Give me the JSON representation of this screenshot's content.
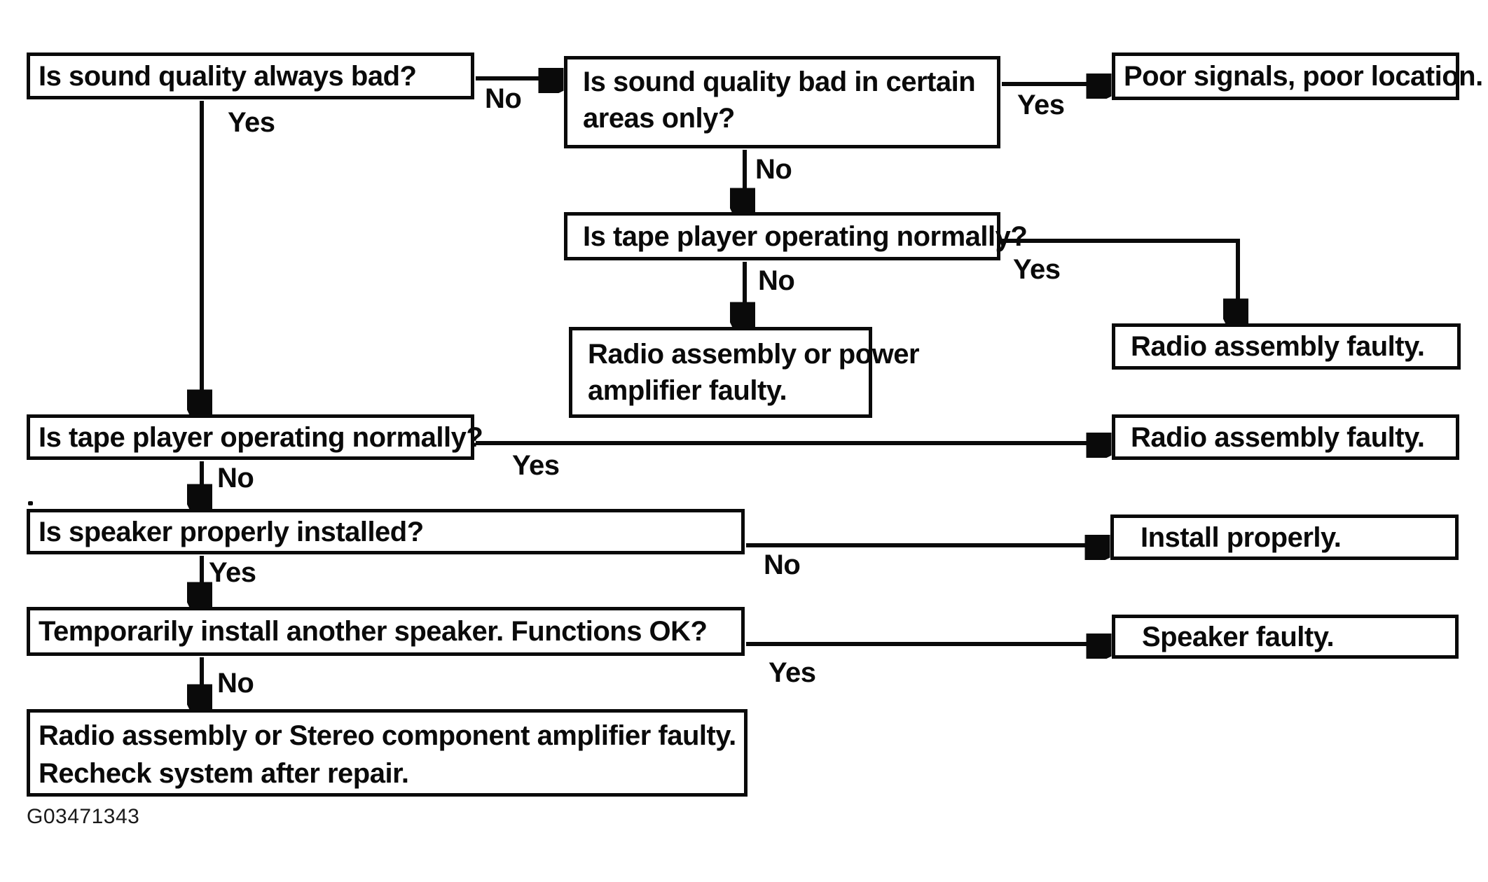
{
  "figure_id": "G03471343",
  "colors": {
    "ink": "#0a0a0a",
    "paper": "#ffffff"
  },
  "nodes": {
    "q_always_bad": {
      "text": "Is sound quality always bad?"
    },
    "q_certain_areas": {
      "lines": [
        "Is sound quality bad in certain",
        "areas only?"
      ]
    },
    "res_poor_signals": {
      "text": "Poor signals, poor location."
    },
    "q_tape_mid": {
      "text": "Is tape player operating normally?"
    },
    "res_radio_power_amp": {
      "lines": [
        "Radio assembly or power",
        "amplifier faulty."
      ]
    },
    "res_radio_faulty_top": {
      "text": "Radio assembly faulty."
    },
    "q_tape_left": {
      "text": "Is tape player operating normally?"
    },
    "res_radio_faulty_mid": {
      "text": "Radio assembly faulty."
    },
    "q_speaker_installed": {
      "text": "Is speaker properly installed?"
    },
    "res_install_properly": {
      "text": "Install properly."
    },
    "q_another_speaker": {
      "text": "Temporarily install another speaker. Functions OK?"
    },
    "res_speaker_faulty": {
      "text": "Speaker faulty."
    },
    "res_radio_stereo_amp": {
      "lines": [
        "Radio assembly or Stereo component amplifier faulty.",
        "Recheck system after repair."
      ]
    }
  },
  "edges": {
    "e_no_certain": {
      "label": "No",
      "from": "q_always_bad",
      "to": "q_certain_areas"
    },
    "e_yes_tape_left": {
      "label": "Yes",
      "from": "q_always_bad",
      "to": "q_tape_left"
    },
    "e_yes_poor": {
      "label": "Yes",
      "from": "q_certain_areas",
      "to": "res_poor_signals"
    },
    "e_no_tape_mid": {
      "label": "No",
      "from": "q_certain_areas",
      "to": "q_tape_mid"
    },
    "e_no_radio_power": {
      "label": "No",
      "from": "q_tape_mid",
      "to": "res_radio_power_amp"
    },
    "e_yes_radio_top": {
      "label": "Yes",
      "from": "q_tape_mid",
      "to": "res_radio_faulty_top"
    },
    "e_yes_radio_mid": {
      "label": "Yes",
      "from": "q_tape_left",
      "to": "res_radio_faulty_mid"
    },
    "e_no_speaker": {
      "label": "No",
      "from": "q_tape_left",
      "to": "q_speaker_installed"
    },
    "e_no_install": {
      "label": "No",
      "from": "q_speaker_installed",
      "to": "res_install_properly"
    },
    "e_yes_another": {
      "label": "Yes",
      "from": "q_speaker_installed",
      "to": "q_another_speaker"
    },
    "e_yes_speaker_faulty": {
      "label": "Yes",
      "from": "q_another_speaker",
      "to": "res_speaker_faulty"
    },
    "e_no_stereo": {
      "label": "No",
      "from": "q_another_speaker",
      "to": "res_radio_stereo_amp"
    }
  }
}
